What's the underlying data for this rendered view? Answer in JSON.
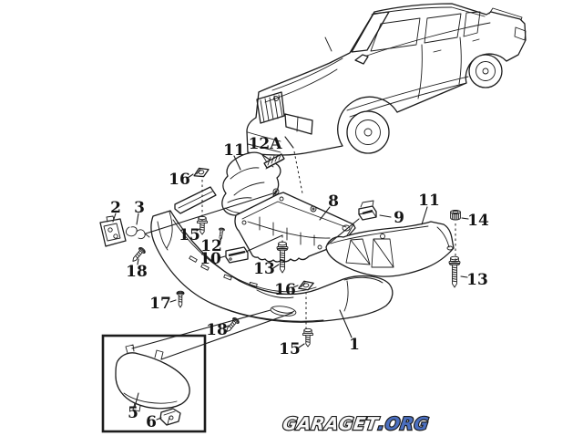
{
  "page": {
    "background": "#ffffff",
    "ink": "#1c1c1c"
  },
  "diagram": {
    "type": "exploded-parts-diagram",
    "callouts": [
      {
        "text": "16"
      },
      {
        "text": "11"
      },
      {
        "text": "12A"
      },
      {
        "text": "2"
      },
      {
        "text": "3"
      },
      {
        "text": "8"
      },
      {
        "text": "9"
      },
      {
        "text": "11"
      },
      {
        "text": "14"
      },
      {
        "text": "13"
      },
      {
        "text": "15"
      },
      {
        "text": "12"
      },
      {
        "text": "10"
      },
      {
        "text": "13"
      },
      {
        "text": "16"
      },
      {
        "text": "17"
      },
      {
        "text": "18"
      },
      {
        "text": "18"
      },
      {
        "text": "15"
      },
      {
        "text": "1"
      },
      {
        "text": "5"
      },
      {
        "text": "6"
      }
    ]
  },
  "watermark": {
    "text_main": "GARAGET",
    "text_suffix": ".ORG",
    "main_color": "#f8f8f8",
    "suffix_color": "#4b6fc0",
    "outline_color": "#1b1b1b"
  }
}
